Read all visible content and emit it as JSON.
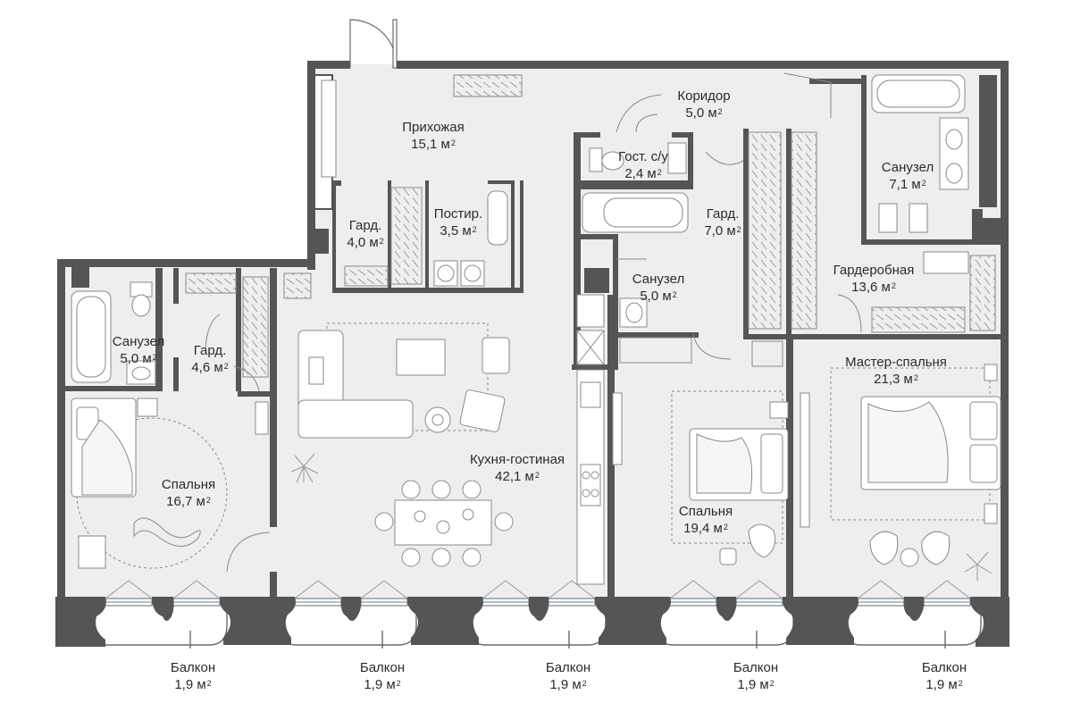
{
  "rooms": [
    {
      "id": "hallway",
      "name": "Прихожая",
      "area": "15,1 м"
    },
    {
      "id": "corridor",
      "name": "Коридор",
      "area": "5,0 м"
    },
    {
      "id": "guest-wc",
      "name": "Гост. с/у",
      "area": "2,4 м"
    },
    {
      "id": "bath-ne",
      "name": "Санузел",
      "area": "7,1 м"
    },
    {
      "id": "gard-hall",
      "name": "Гард.",
      "area": "4,0 м"
    },
    {
      "id": "laundry",
      "name": "Постир.",
      "area": "3,5 м"
    },
    {
      "id": "gard-mid",
      "name": "Гард.",
      "area": "7,0 м"
    },
    {
      "id": "wardrobe",
      "name": "Гардеробная",
      "area": "13,6 м"
    },
    {
      "id": "bath-mid",
      "name": "Санузел",
      "area": "5,0 м"
    },
    {
      "id": "bath-w",
      "name": "Санузел",
      "area": "5,0 м"
    },
    {
      "id": "gard-w",
      "name": "Гард.",
      "area": "4,6 м"
    },
    {
      "id": "master",
      "name": "Мастер-спальня",
      "area": "21,3 м"
    },
    {
      "id": "living",
      "name": "Кухня-гостиная",
      "area": "42,1 м"
    },
    {
      "id": "bedroom-w",
      "name": "Спальня",
      "area": "16,7 м"
    },
    {
      "id": "bedroom-mid",
      "name": "Спальня",
      "area": "19,4 м"
    },
    {
      "id": "balcony-1",
      "name": "Балкон",
      "area": "1,9 м"
    },
    {
      "id": "balcony-2",
      "name": "Балкон",
      "area": "1,9 м"
    },
    {
      "id": "balcony-3",
      "name": "Балкон",
      "area": "1,9 м"
    },
    {
      "id": "balcony-4",
      "name": "Балкон",
      "area": "1,9 м"
    },
    {
      "id": "balcony-5",
      "name": "Балкон",
      "area": "1,9 м"
    }
  ],
  "area_unit_exponent": "2",
  "colors": {
    "floor": "#eeeeee",
    "wall": "#555555",
    "furniture": "#8a8a8a",
    "text": "#2b2b2b",
    "glass": "#9fc6da"
  }
}
